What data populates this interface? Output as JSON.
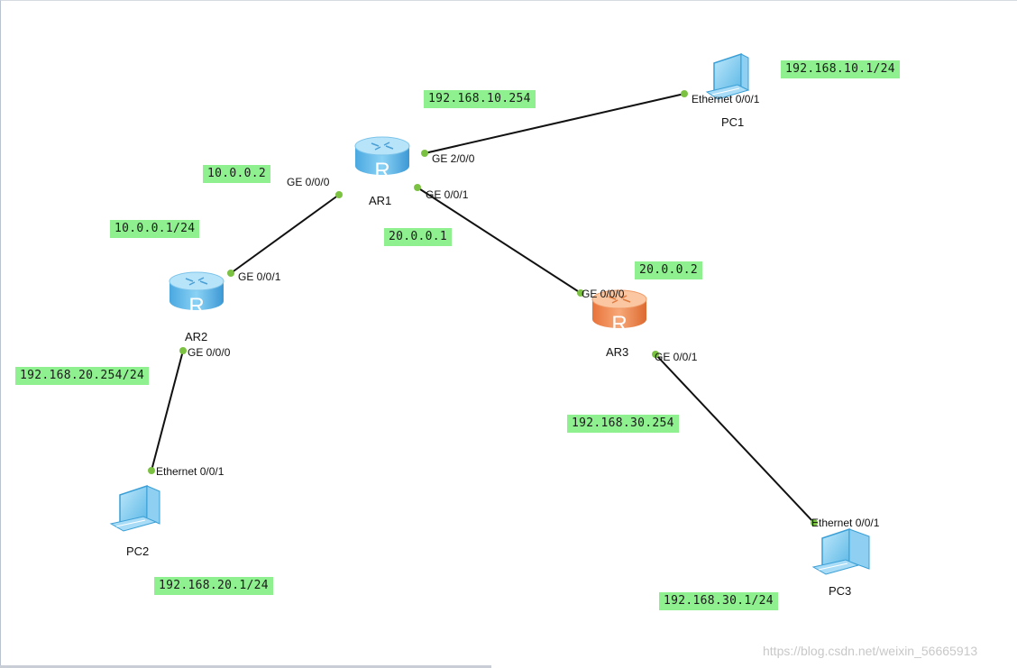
{
  "devices": {
    "ar1": {
      "label": "AR1",
      "glyph": "R",
      "color": "blue"
    },
    "ar2": {
      "label": "AR2",
      "glyph": "R",
      "color": "blue"
    },
    "ar3": {
      "label": "AR3",
      "glyph": "R",
      "color": "orange"
    },
    "pc1": {
      "label": "PC1"
    },
    "pc2": {
      "label": "PC2"
    },
    "pc3": {
      "label": "PC3"
    }
  },
  "ports": {
    "ar1_ge200": "GE 2/0/0",
    "ar1_ge000": "GE 0/0/0",
    "ar1_ge001": "GE 0/0/1",
    "ar2_ge001": "GE 0/0/1",
    "ar2_ge000": "GE 0/0/0",
    "ar3_ge000": "GE 0/0/0",
    "ar3_ge001": "GE 0/0/1",
    "pc1_eth": "Ethernet 0/0/1",
    "pc2_eth": "Ethernet 0/0/1",
    "pc3_eth": "Ethernet 0/0/1"
  },
  "addresses": {
    "pc1_ip": "192.168.10.1/24",
    "ar1_ge200_ip": "192.168.10.254",
    "ar1_ge000_ip": "10.0.0.2",
    "ar2_ge001_ip": "10.0.0.1/24",
    "ar1_ge001_ip": "20.0.0.1",
    "ar3_ge000_ip": "20.0.0.2",
    "ar2_ge000_ip": "192.168.20.254/24",
    "ar3_ge001_ip": "192.168.30.254",
    "pc2_ip": "192.168.20.1/24",
    "pc3_ip": "192.168.30.1/24"
  },
  "colors": {
    "label_bg": "#8ef08e",
    "link": "#111111",
    "port_dot": "#7cc242",
    "router_blue": "#5fb8ea",
    "router_orange": "#f08a4b"
  },
  "watermark": "https://blog.csdn.net/weixin_56665913"
}
